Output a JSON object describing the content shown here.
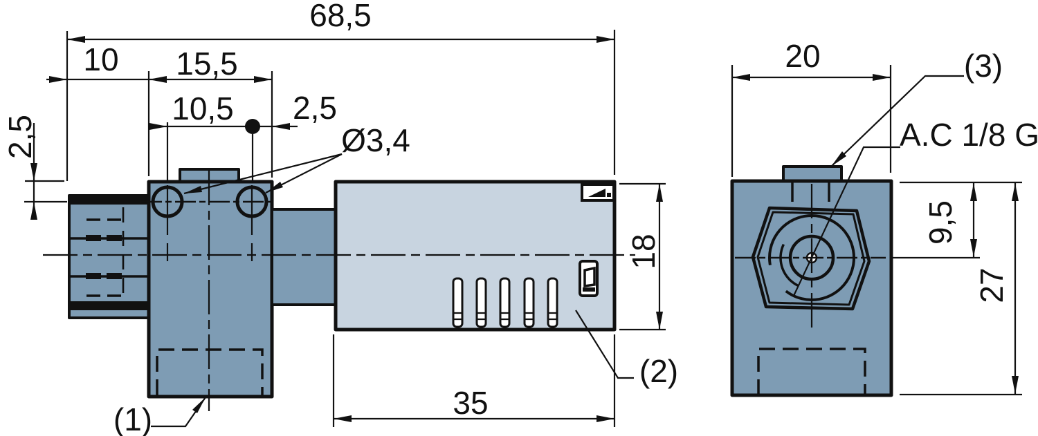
{
  "dims": {
    "overall_length": "68,5",
    "left_offset": "10",
    "block_width": "15,5",
    "hole_spacing": "10,5",
    "edge_offset": "2,5",
    "step_height": "2,5",
    "hole_diameter": "Ø3,4",
    "body_height": "18",
    "body_length": "35",
    "block_face_width": "20",
    "port_depth": "9,5",
    "block_face_height": "27"
  },
  "labels": {
    "part1": "(1)",
    "part2": "(2)",
    "part3": "(3)",
    "port": "A.C 1/8 G"
  },
  "colors": {
    "part_fill": "#7E9CB4",
    "body_fill": "#C8D4E0",
    "line": "#111111",
    "background": "#FFFFFF"
  }
}
